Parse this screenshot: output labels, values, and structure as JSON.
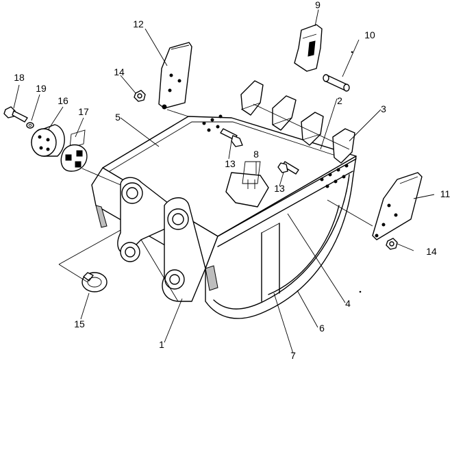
{
  "callouts": {
    "c1": "1",
    "c2": "2",
    "c3": "3",
    "c4": "4",
    "c5": "5",
    "c6": "6",
    "c7": "7",
    "c8": "8",
    "c9": "9",
    "c10": "10",
    "c11": "11",
    "c12": "12",
    "c13a": "13",
    "c13b": "13",
    "c14a": "14",
    "c14b": "14",
    "c15": "15",
    "c16": "16",
    "c17": "17",
    "c18": "18",
    "c19": "19"
  }
}
